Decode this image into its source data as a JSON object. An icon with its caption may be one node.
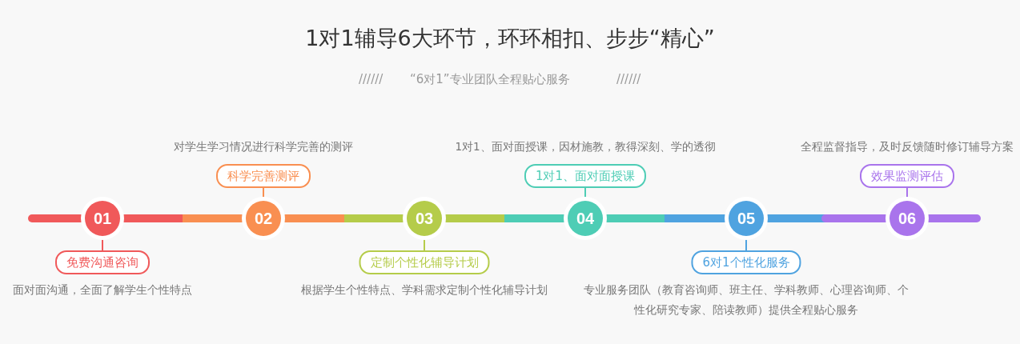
{
  "diagram": {
    "title": "1对1辅导6大环节，环环相扣、步步“精心”",
    "nodes": [
      {
        "text": [
          "01"
        ]
      },
      {
        "text": [
          "免费沟通咨询"
        ],
        "beside": [
          "面对面沟通，全面了解学生个性特点"
        ]
      },
      {
        "text": [
          "02"
        ]
      },
      {
        "text": [
          "科学完善测评"
        ],
        "beside": [
          "对学生学习情况进行科学完善的测评"
        ]
      },
      {
        "text": [
          "03"
        ]
      },
      {
        "text": [
          "定制个性化辅导计划"
        ],
        "beside": [
          "根据学生个性特点、学科需求定制个性化辅导计划"
        ]
      },
      {
        "text": [
          "04"
        ]
      },
      {
        "text": [
          "1对1、面对面授课"
        ],
        "beside": [
          "1对1、面对面授课，因材施教，教得深刻、学的透彻"
        ]
      },
      {
        "text": [
          "05"
        ]
      },
      {
        "text": [
          "6对1个性化服务"
        ],
        "beside": [
          "专业服务团队（教育咨询师、班主任、学科教师、心理咨询师、个性化研究专家、陪读教师）提供全程贴心服务"
        ]
      },
      {
        "text": [
          "06"
        ]
      },
      {
        "text": [
          "效果监测评估"
        ],
        "beside": [
          "全程监督指导，及时反馈随时修订辅导方案"
        ]
      }
    ],
    "edges": [
      {
        "from": 0,
        "to": 1,
        "arrow": "none",
        "color": "#f0595a"
      },
      {
        "from": 2,
        "to": 3,
        "arrow": "none",
        "color": "#f98f51"
      },
      {
        "from": 4,
        "to": 5,
        "arrow": "none",
        "color": "#b5cc4a"
      },
      {
        "from": 6,
        "to": 7,
        "arrow": "none",
        "color": "#4ecdb5"
      },
      {
        "from": 8,
        "to": 9,
        "arrow": "none",
        "color": "#4fa3e0"
      },
      {
        "from": 10,
        "to": 11,
        "arrow": "none",
        "color": "#a974ec"
      }
    ],
    "labels": [
      "//////",
      "“6对1”专业团队全程贴心服务",
      "//////"
    ]
  }
}
